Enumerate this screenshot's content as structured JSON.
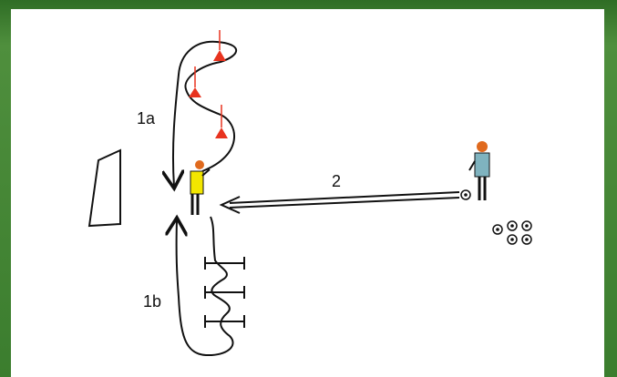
{
  "diagram": {
    "labels": {
      "dribble_top": "1a",
      "dribble_bottom": "1b",
      "pass": "2"
    },
    "colors": {
      "frame": "#3f7f2f",
      "panel": "#ffffff",
      "cone": "#e8331f",
      "goalkeeper_shirt": "#f2e600",
      "coach_shirt": "#7fb3bf",
      "player_hair": "#e06a1e",
      "line": "#111111"
    },
    "icons": [
      "goal-icon",
      "cone-icon",
      "player-icon",
      "coach-icon",
      "ball-icon",
      "hurdle-icon"
    ]
  }
}
